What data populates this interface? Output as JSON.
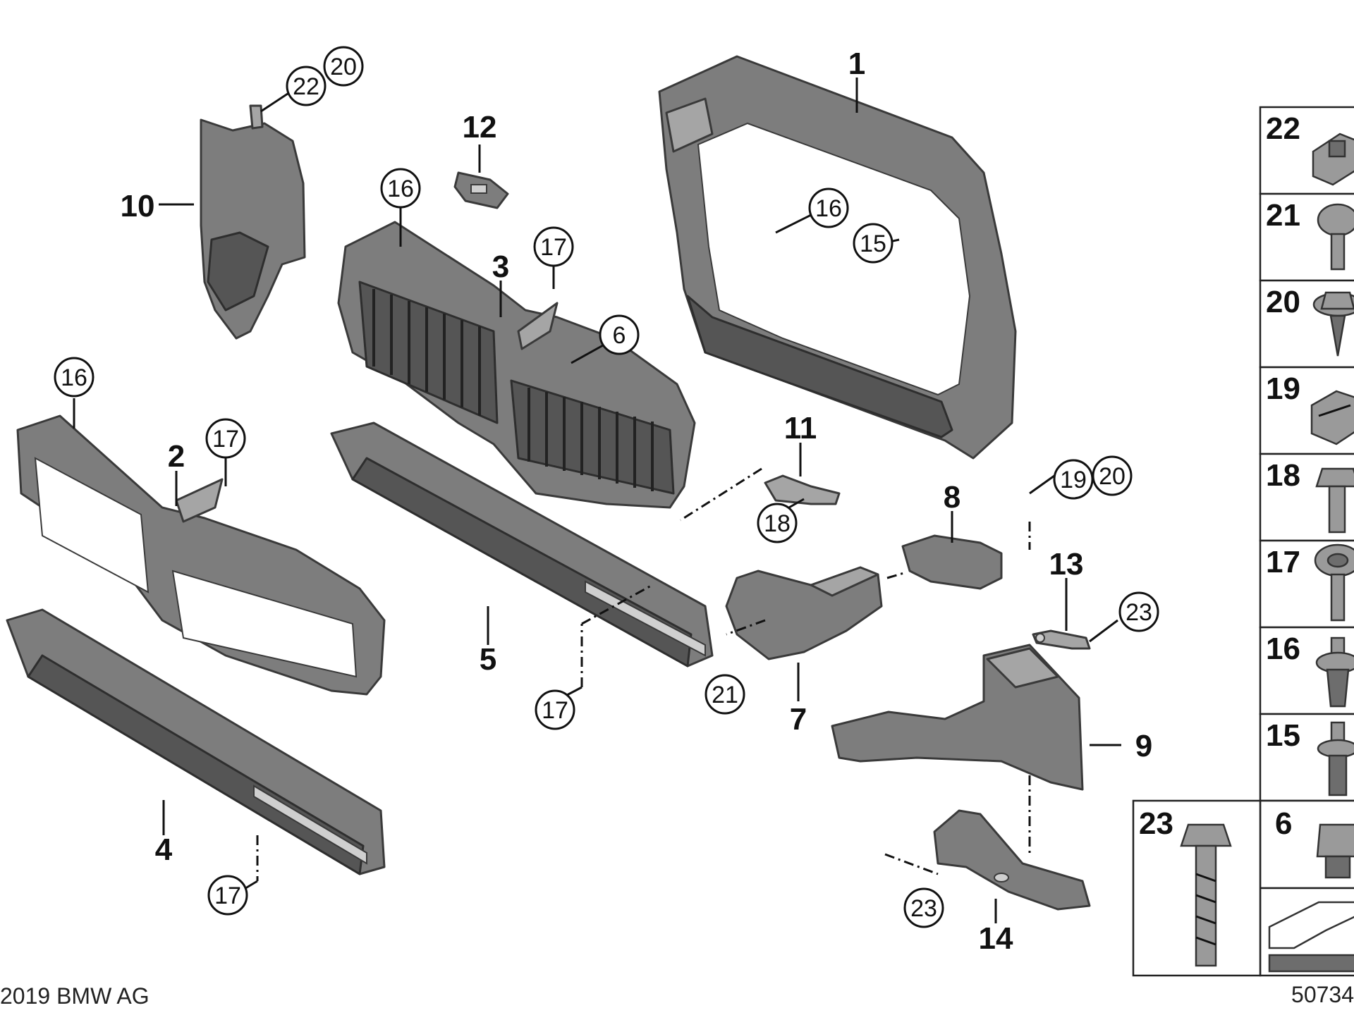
{
  "figure": {
    "copyright": "2019 BMW AG",
    "diagram_number": "50734"
  },
  "parts": {
    "p1": "1",
    "p2": "2",
    "p3": "3",
    "p4": "4",
    "p5": "5",
    "p7": "7",
    "p8": "8",
    "p9": "9",
    "p10": "10",
    "p11": "11",
    "p12": "12",
    "p13": "13",
    "p14": "14"
  },
  "callouts": {
    "c22": "22",
    "c20a": "20",
    "c16a": "16",
    "c15": "15",
    "c16b": "16",
    "c17a": "17",
    "c6": "6",
    "c16c": "16",
    "c17b": "17",
    "c18": "18",
    "c19": "19",
    "c20b": "20",
    "c23a": "23",
    "c21": "21",
    "c17c": "17",
    "c17d": "17",
    "c23b": "23"
  },
  "legend": {
    "r22": "22",
    "r21": "21",
    "r20": "20",
    "r19": "19",
    "r18": "18",
    "r17": "17",
    "r16": "16",
    "r15": "15",
    "r23": "23",
    "r6": "6"
  }
}
